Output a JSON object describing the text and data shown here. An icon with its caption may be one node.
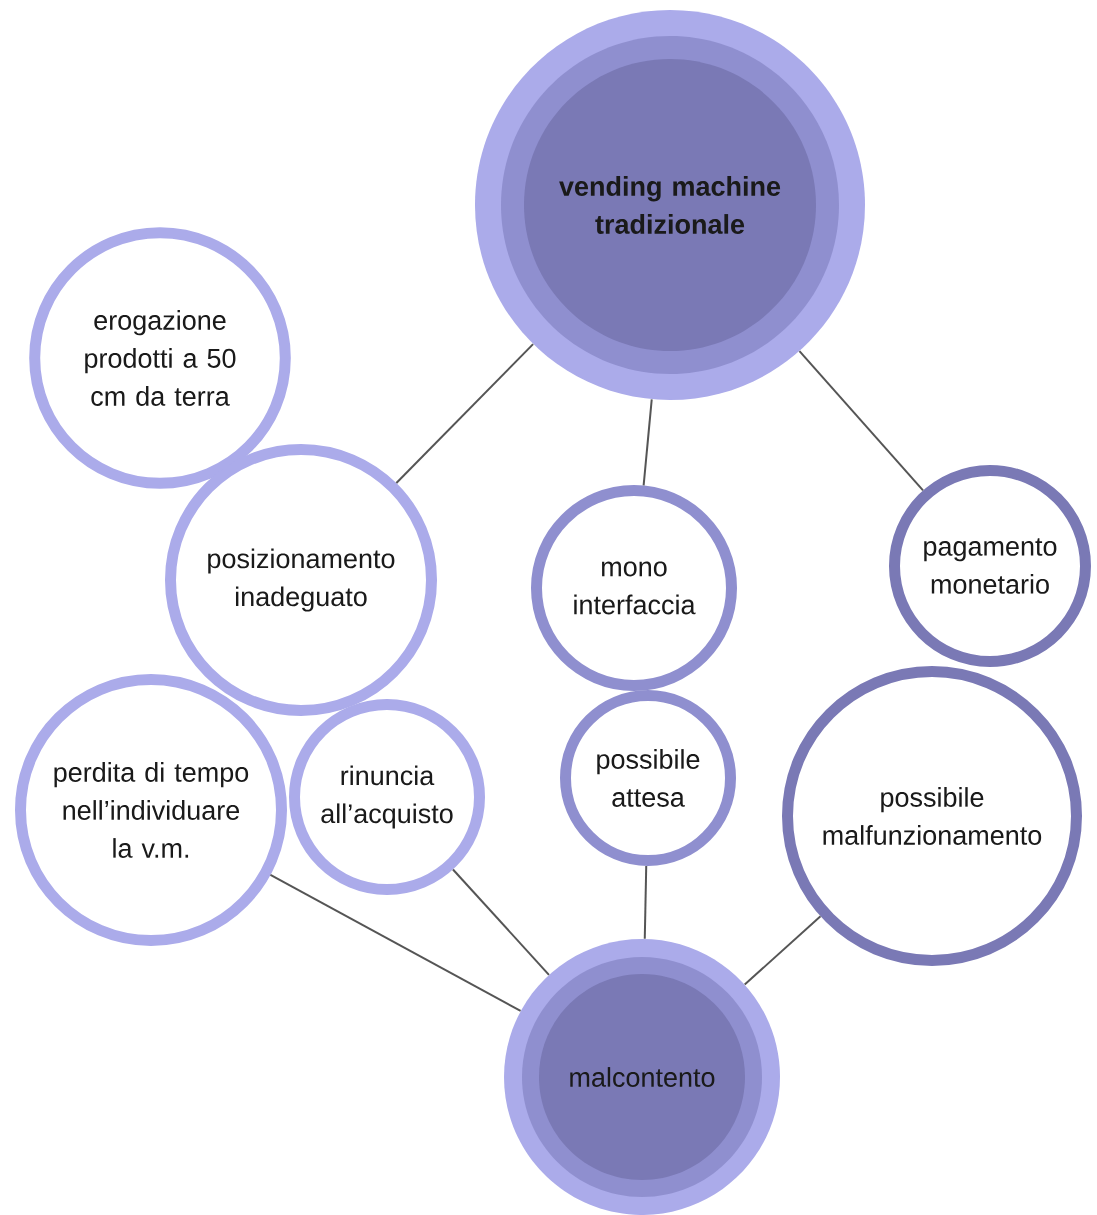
{
  "diagram": {
    "nodes": [
      {
        "text": [
          "vending machine tradizionale"
        ]
      },
      {
        "text": [
          "erogazione prodotti a 50 cm da terra"
        ]
      },
      {
        "text": [
          "posizionamento inadeguato"
        ]
      },
      {
        "text": [
          "mono interfaccia"
        ]
      },
      {
        "text": [
          "pagamento monetario"
        ]
      },
      {
        "text": [
          "perdita di tempo nell’individuare la v.m."
        ]
      },
      {
        "text": [
          "rinuncia all’acquisto"
        ]
      },
      {
        "text": [
          "possibile attesa"
        ]
      },
      {
        "text": [
          "possibile malfunzionamento"
        ]
      },
      {
        "text": [
          "malcontento"
        ]
      }
    ],
    "edges": [
      {
        "from": 0,
        "to": 2,
        "arrow": "none"
      },
      {
        "from": 0,
        "to": 3,
        "arrow": "none"
      },
      {
        "from": 0,
        "to": 4,
        "arrow": "none"
      },
      {
        "from": 5,
        "to": 9,
        "arrow": "none"
      },
      {
        "from": 6,
        "to": 9,
        "arrow": "none"
      },
      {
        "from": 7,
        "to": 9,
        "arrow": "none"
      },
      {
        "from": 8,
        "to": 9,
        "arrow": "none"
      }
    ]
  }
}
